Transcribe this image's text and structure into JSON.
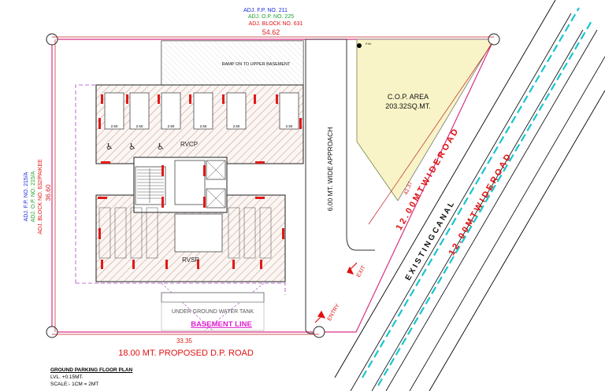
{
  "adjacent_top": {
    "fp": "ADJ. F.P. NO. 211",
    "op": "ADJ. O.P. NO. 225",
    "block": "ADJ. BLOCK NO. 631"
  },
  "adjacent_left": {
    "fp": "ADJ. F.P. NO. 215/A",
    "op": "ADJ. O.P. NO. 215/A",
    "block": "ADJ. BLOCK NO. 632/PAIKEE"
  },
  "dimensions": {
    "top": "54.62",
    "left": "36.60",
    "bottom": "33.35",
    "diagonal": "42.37"
  },
  "labels": {
    "ramp": "RAMP ON TO UPPER BASEMENT",
    "cop_title": "C.O.P. AREA",
    "cop_area": "203.32SQ.MT.",
    "approach": "6.00 MT. WIDE APPROACH",
    "road_upper": "1 2 . 0 0   M T   W I D E   R O A D",
    "road_lower": "1 2 . 0 0   M T   W I D E   R O A D",
    "canal": "E X I S T I N G   C A N A L",
    "proposed_road": "18.00 MT.  PROPOSED  D.P. ROAD",
    "rvcp": "RVCP",
    "rvsp": "RVSP",
    "water_tank": "UNDER GROUND WATER TANK",
    "basement_line": "BASEMENT LINE",
    "exit": "EXIT",
    "entry": "ENTRY",
    "fw": "F.W.",
    "stall_size": "2.50"
  },
  "title_block": {
    "title": "GROUND PARKING FLOOR PLAN",
    "level": "LVL. +0.15MT.",
    "scale": "SCALE:- 1CM = 2MT"
  },
  "colors": {
    "plot_boundary": "#d63384",
    "building_line": "#b0356e",
    "dimension_red": "#d62020",
    "road_text_red": "#e01010",
    "cop_fill": "#f8f4c8",
    "canal_cyan": "#17c5cf",
    "basement_line_text": "#e020d0",
    "blue_text": "#1a2ad8",
    "green_text": "#22a02a",
    "hatch": "#c8a898"
  }
}
